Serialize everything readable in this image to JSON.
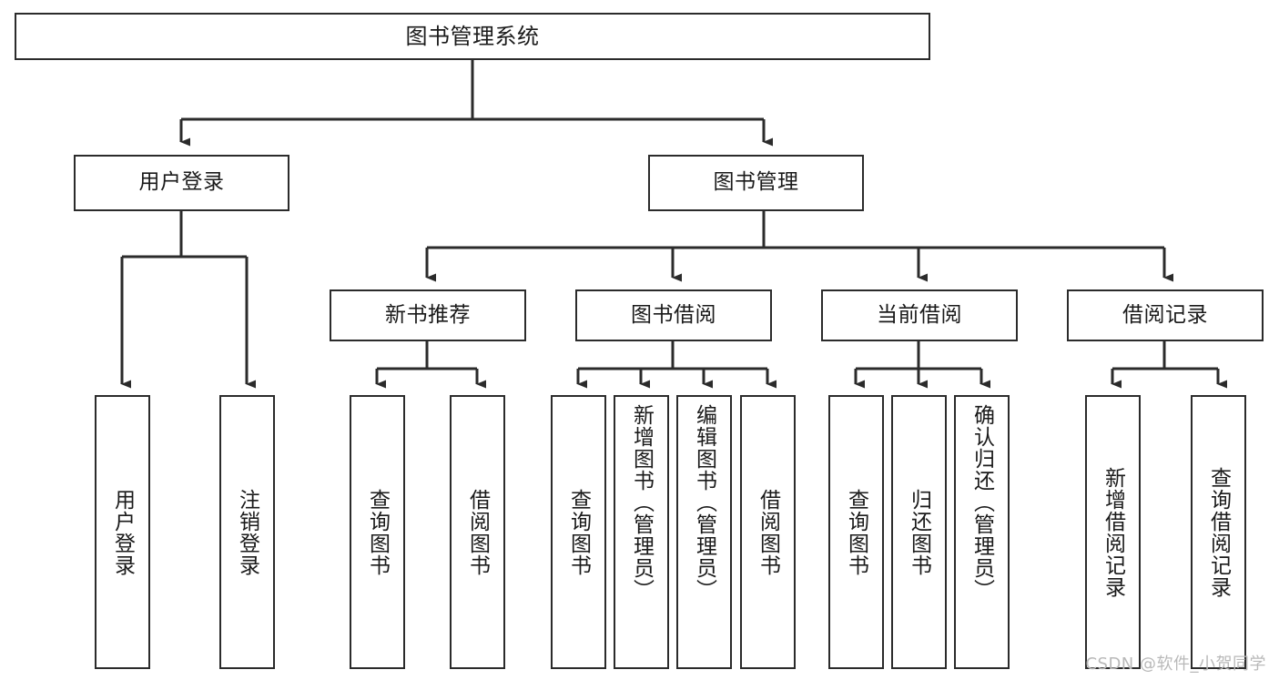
{
  "diagram": {
    "title": "图书管理系统",
    "watermark": "CSDN @软件_小贺同学",
    "colors": {
      "background": "#ffffff",
      "box_border": "#2b2b2b",
      "box_fill": "#ffffff",
      "connector": "#2b2b2b",
      "text": "#1a1a1a",
      "watermark": "#b9b9b9"
    },
    "levels": {
      "root": "图书管理系统",
      "level2": [
        "用户登录",
        "图书管理"
      ],
      "level3": [
        "新书推荐",
        "图书借阅",
        "当前借阅",
        "借阅记录"
      ]
    },
    "nodes": {
      "root": "图书管理系统",
      "user_login": "用户登录",
      "book_manage": "图书管理",
      "new_book_rec": "新书推荐",
      "book_borrow": "图书借阅",
      "current_borrow": "当前借阅",
      "borrow_record": "借阅记录",
      "leaf_user_login": "用户登录",
      "leaf_logout": "注销登录",
      "leaf_query_book_1": "查询图书",
      "leaf_borrow_book_1": "借阅图书",
      "leaf_query_book_2": "查询图书",
      "leaf_add_book_admin": "新增图书（管理员）",
      "leaf_edit_book_admin": "编辑图书（管理员）",
      "leaf_borrow_book_2": "借阅图书",
      "leaf_query_book_3": "查询图书",
      "leaf_return_book": "归还图书",
      "leaf_confirm_return_admin": "确认归还（管理员）",
      "leaf_add_record": "新增借阅记录",
      "leaf_query_record": "查询借阅记录"
    },
    "tree": [
      {
        "label": "图书管理系统",
        "children": [
          {
            "label": "用户登录",
            "children": [
              {
                "label": "用户登录"
              },
              {
                "label": "注销登录"
              }
            ]
          },
          {
            "label": "图书管理",
            "children": [
              {
                "label": "新书推荐",
                "children": [
                  {
                    "label": "查询图书"
                  },
                  {
                    "label": "借阅图书"
                  }
                ]
              },
              {
                "label": "图书借阅",
                "children": [
                  {
                    "label": "查询图书"
                  },
                  {
                    "label": "新增图书（管理员）"
                  },
                  {
                    "label": "编辑图书（管理员）"
                  },
                  {
                    "label": "借阅图书"
                  }
                ]
              },
              {
                "label": "当前借阅",
                "children": [
                  {
                    "label": "查询图书"
                  },
                  {
                    "label": "归还图书"
                  },
                  {
                    "label": "确认归还（管理员）"
                  }
                ]
              },
              {
                "label": "借阅记录",
                "children": [
                  {
                    "label": "新增借阅记录"
                  },
                  {
                    "label": "查询借阅记录"
                  }
                ]
              }
            ]
          }
        ]
      }
    ]
  }
}
